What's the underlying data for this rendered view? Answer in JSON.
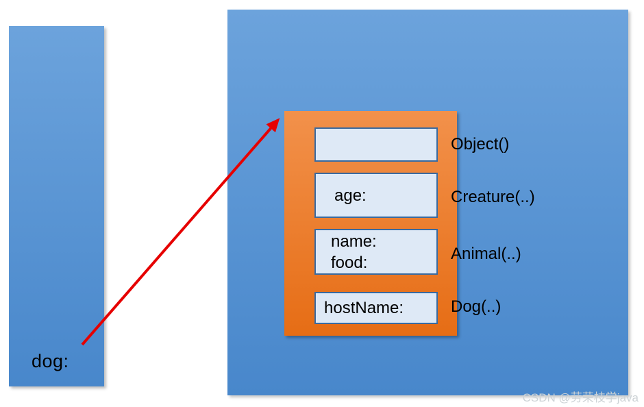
{
  "stack": {
    "variable_label": "dog:"
  },
  "object_box": {
    "slots": [
      {
        "line1": "",
        "line2": ""
      },
      {
        "line1": "age:",
        "line2": ""
      },
      {
        "line1": "name:",
        "line2": "food:"
      },
      {
        "line1": "hostName:",
        "line2": ""
      }
    ]
  },
  "constructor_labels": [
    {
      "label": "Object()"
    },
    {
      "label": "Creature(..)"
    },
    {
      "label": "Animal(..)"
    },
    {
      "label": "Dog(..)"
    }
  ],
  "watermark": "CSDN @劳荣枝学java",
  "colors": {
    "blue_top": "#6CA3DC",
    "blue_bottom": "#4887CB",
    "orange_top": "#F2914B",
    "orange_bottom": "#E66D15",
    "slot_fill": "#DEE9F6",
    "slot_border": "#3A6A9F",
    "arrow_red": "#E60000",
    "watermark_gray": "#CDD3D6"
  }
}
